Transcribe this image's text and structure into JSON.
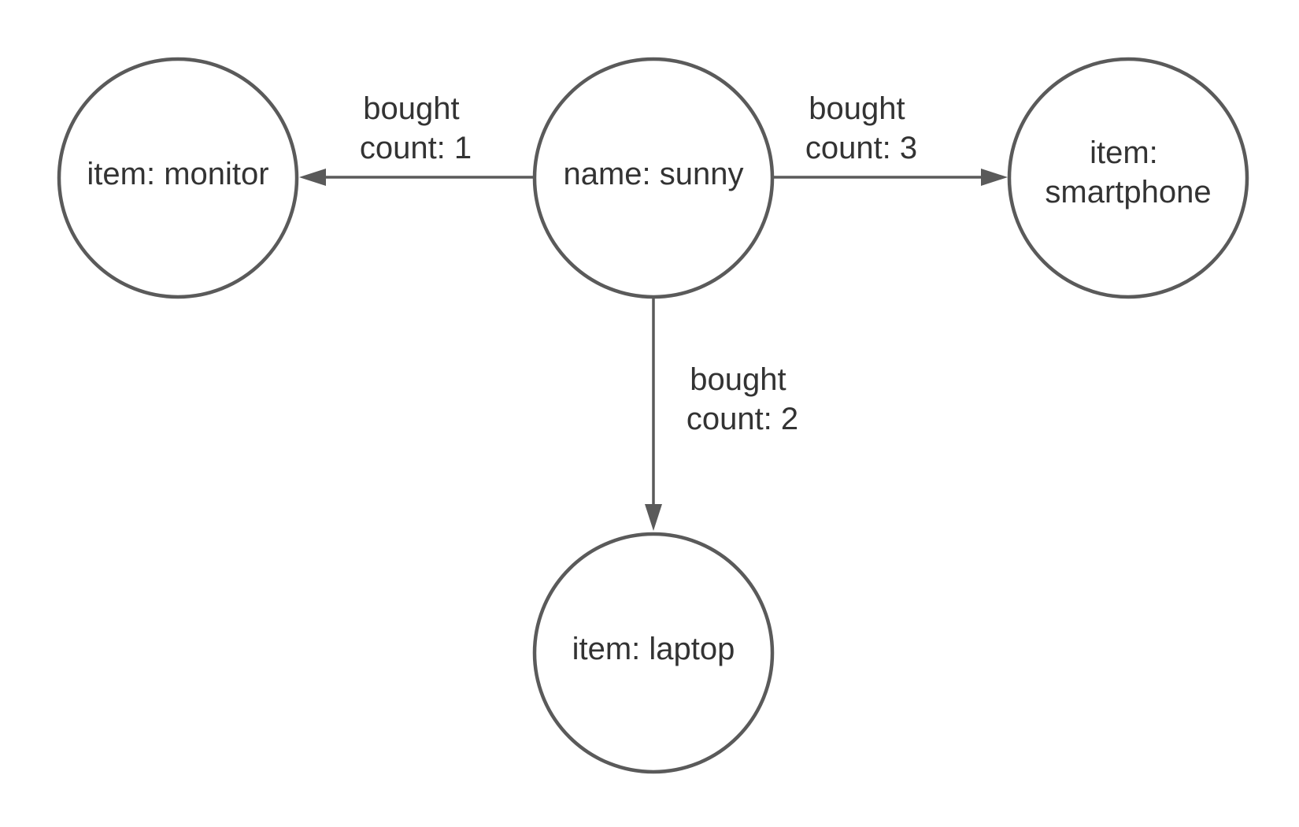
{
  "diagram": {
    "nodes": {
      "sunny": {
        "lines": [
          "name: sunny"
        ]
      },
      "monitor": {
        "lines": [
          "item: monitor"
        ]
      },
      "smartphone": {
        "lines": [
          "item:",
          "smartphone"
        ]
      },
      "laptop": {
        "lines": [
          "item: laptop"
        ]
      }
    },
    "edges": {
      "to_monitor": {
        "lines": [
          "bought",
          "count: 1"
        ]
      },
      "to_smartphone": {
        "lines": [
          "bought",
          "count: 3"
        ]
      },
      "to_laptop": {
        "lines": [
          "bought",
          "count: 2"
        ]
      }
    }
  },
  "colors": {
    "stroke": "#5a5a5a",
    "text": "#333333",
    "background": "#ffffff"
  }
}
